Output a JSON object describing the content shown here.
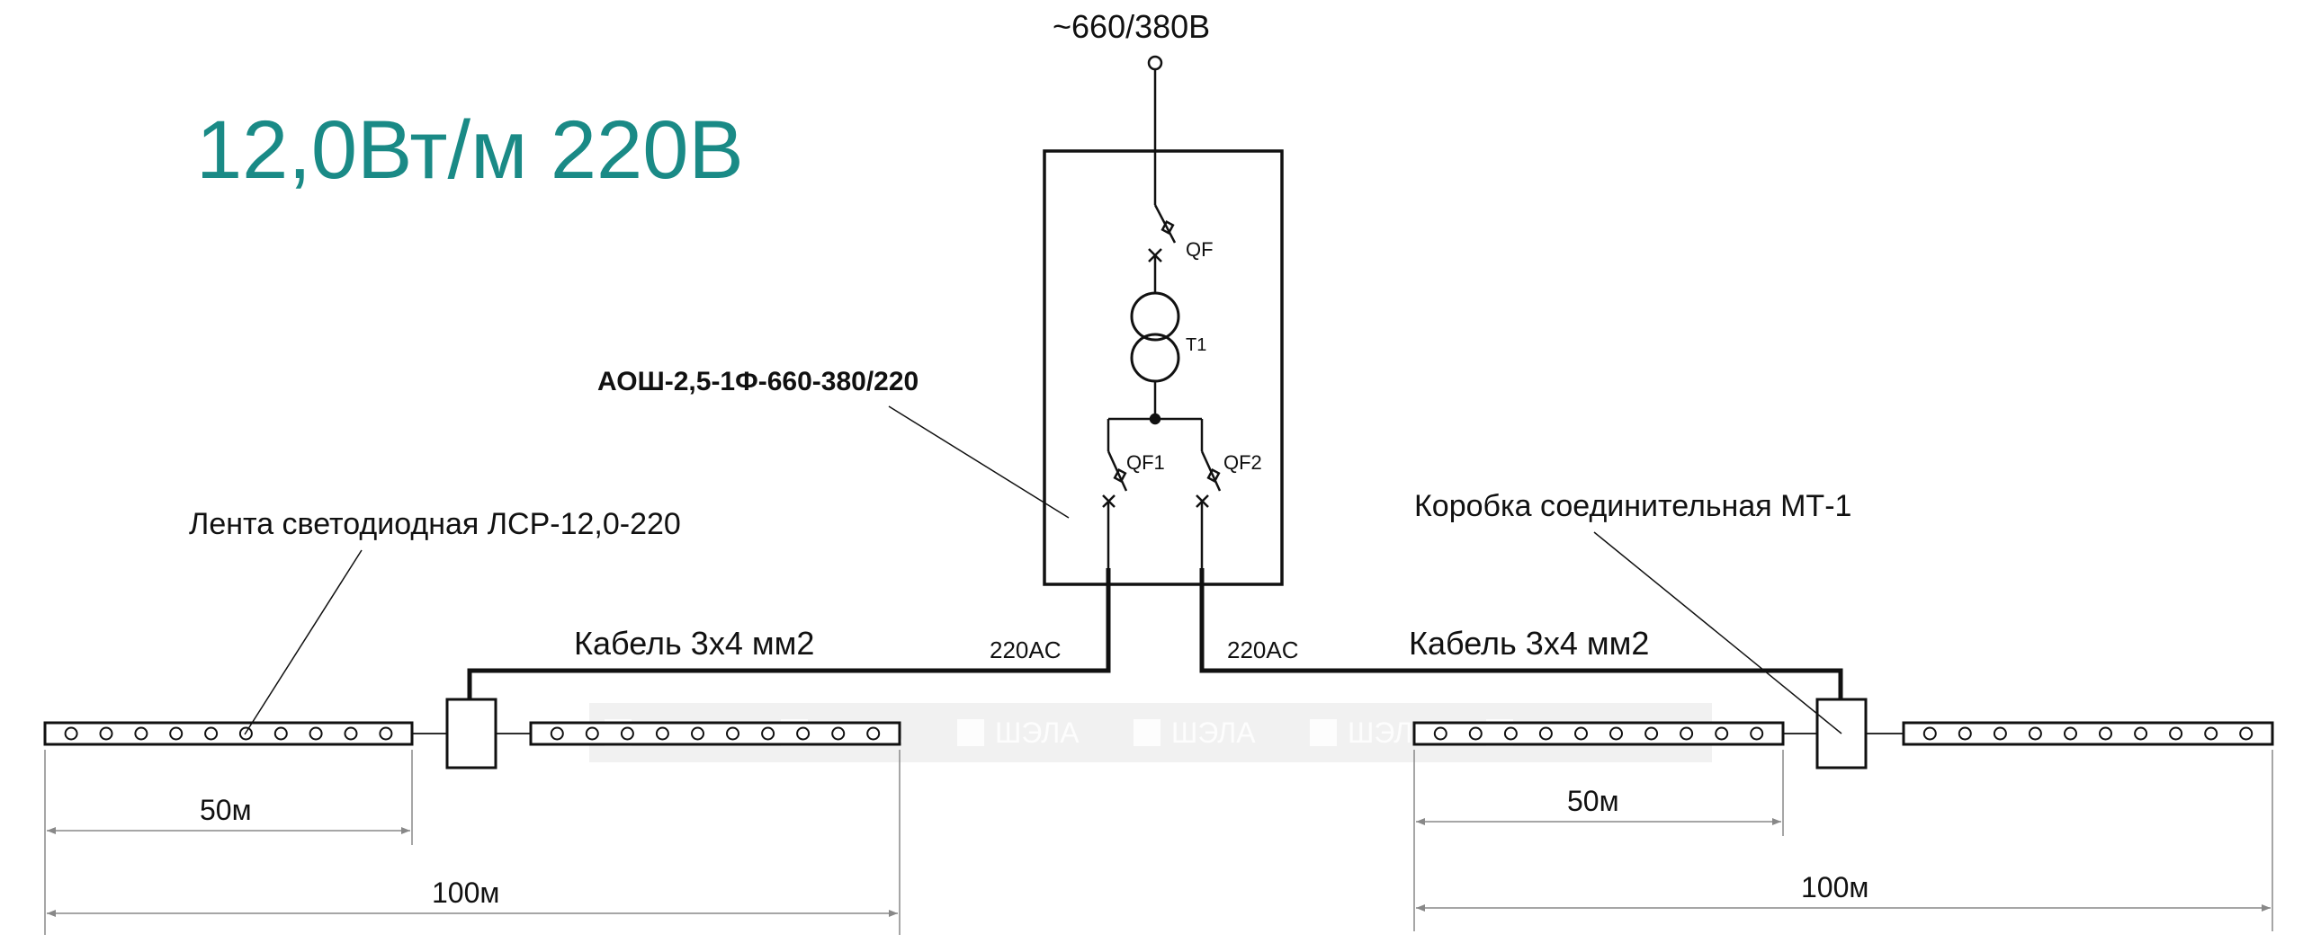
{
  "title": "12,0Вт/м 220В",
  "colors": {
    "title": "#1a8a86",
    "line": "#111111",
    "watermark": "#cfcfcf"
  },
  "supply": {
    "label": "~660/380В"
  },
  "cabinet": {
    "model_label": "АОШ-2,5-1Ф-660-380/220",
    "breaker_main": "QF",
    "transformer": "T1",
    "breaker_1": "QF1",
    "breaker_2": "QF2"
  },
  "left_branch": {
    "voltage": "220AC",
    "cable": "Кабель 3х4 мм2",
    "led_label": "Лента светодиодная ЛСР-12,0-220",
    "dim_short": "50м",
    "dim_long": "100м"
  },
  "right_branch": {
    "voltage": "220AC",
    "cable": "Кабель 3х4 мм2",
    "box_label": "Коробка соединительная МТ-1",
    "dim_short": "50м",
    "dim_long": "100м"
  },
  "watermark": {
    "text": "ШЭЛА",
    "icon": "sh-logo-icon"
  },
  "strips": [
    {
      "id": "strip-1",
      "leds": 10
    },
    {
      "id": "strip-2",
      "leds": 10
    },
    {
      "id": "strip-3",
      "leds": 10
    },
    {
      "id": "strip-4",
      "leds": 10
    }
  ]
}
